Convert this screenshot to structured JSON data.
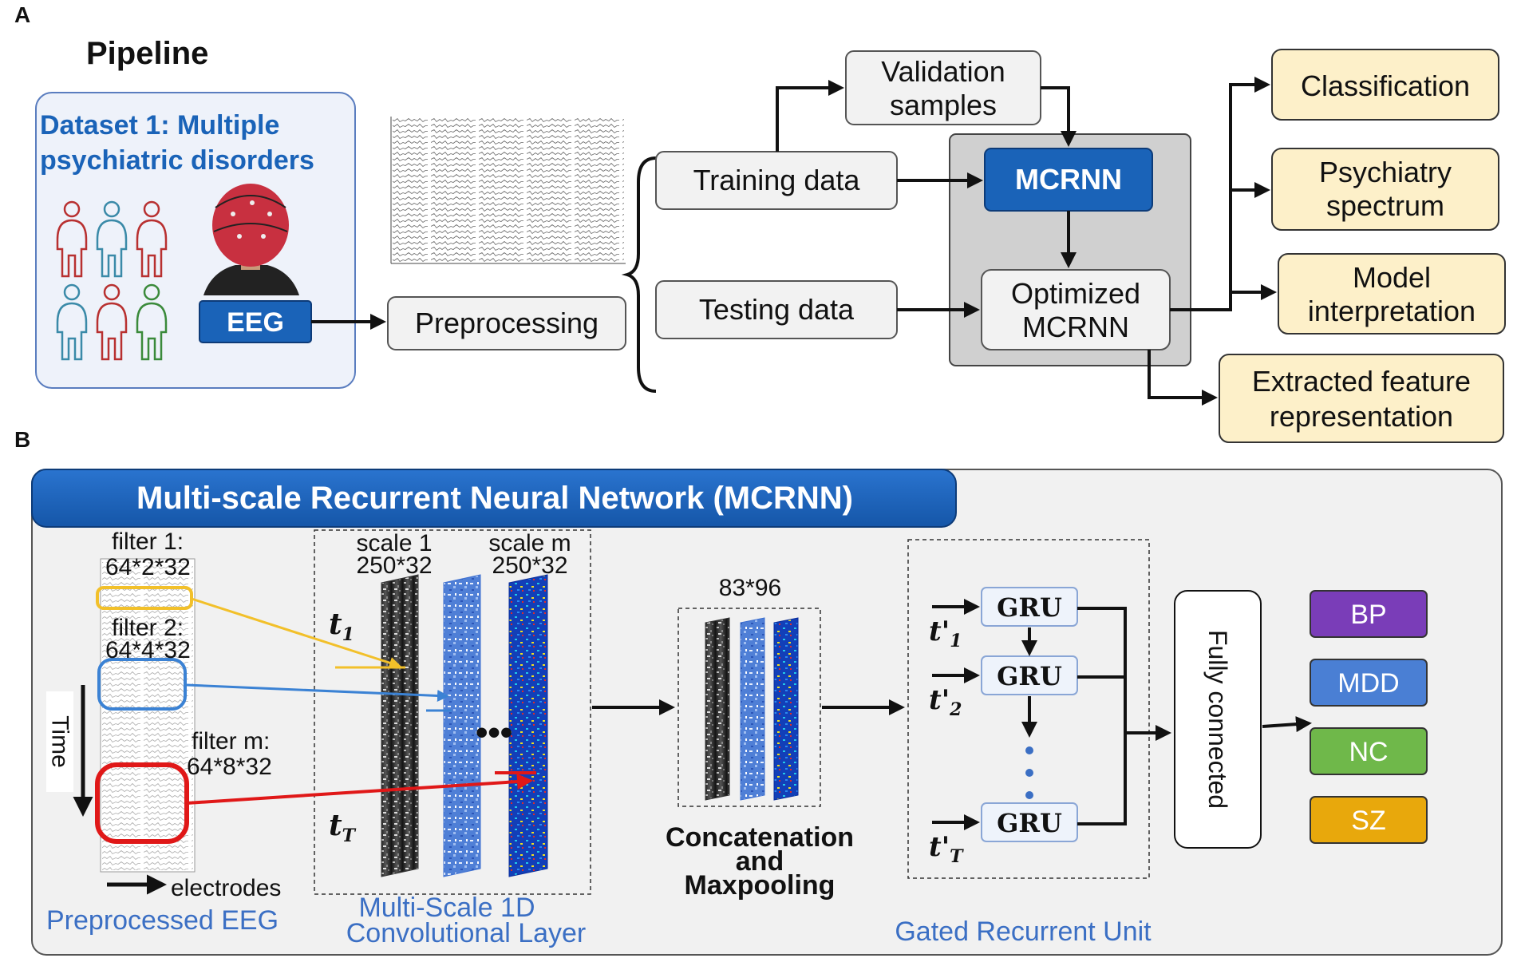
{
  "panel_a": {
    "label": "A",
    "title": "Pipeline",
    "dataset_line1": "Dataset 1: Multiple",
    "dataset_line2": "psychiatric disorders",
    "eeg": "EEG",
    "preprocessing": "Preprocessing",
    "training": "Training data",
    "testing": "Testing data",
    "validation_line1": "Validation",
    "validation_line2": "samples",
    "mcrnn": "MCRNN",
    "optimized_line1": "Optimized",
    "optimized_line2": "MCRNN",
    "outputs": {
      "classification": "Classification",
      "psychiatry_line1": "Psychiatry",
      "psychiatry_line2": "spectrum",
      "model_line1": "Model",
      "model_line2": "interpretation",
      "extracted_line1": "Extracted feature",
      "extracted_line2": "representation"
    },
    "colors": {
      "brand_blue": "#1a63b8",
      "output_fill": "#fdf0c9",
      "model_panel": "#d0d0d0"
    }
  },
  "panel_b": {
    "label": "B",
    "banner": "Multi-scale Recurrent Neural Network (MCRNN)",
    "filter1_line1": "filter 1:",
    "filter1_line2": "64*2*32",
    "filter2_line1": "filter 2:",
    "filter2_line2": "64*4*32",
    "filterm_line1": "filter m:",
    "filterm_line2": "64*8*32",
    "time": "Time",
    "electrodes": "electrodes",
    "preprocessed_eeg": "Preprocessed EEG",
    "scale1_line1": "scale 1",
    "scale1_line2": "250*32",
    "scalem_line1": "scale m",
    "scalem_line2": "250*32",
    "t1": "t",
    "t1_sub": "1",
    "tT": "t",
    "tT_sub": "T",
    "conv_line1": "Multi-Scale 1D",
    "conv_line2": "Convolutional Layer",
    "pool_dims": "83*96",
    "pool_line1": "Concatenation",
    "pool_line2": "and",
    "pool_line3": "Maxpooling",
    "gru": "GRU",
    "gru_inputs": [
      {
        "base": "t'",
        "sub": "1"
      },
      {
        "base": "t'",
        "sub": "2"
      },
      {
        "base": "t'",
        "sub": "T"
      }
    ],
    "gru_label": "Gated Recurrent Unit",
    "fully_connected": "Fully connected",
    "classes": [
      {
        "name": "BP",
        "color": "#7a3db8"
      },
      {
        "name": "MDD",
        "color": "#4a7fd4"
      },
      {
        "name": "NC",
        "color": "#6fb84a"
      },
      {
        "name": "SZ",
        "color": "#e8a80c"
      }
    ],
    "colors": {
      "caption_blue": "#3b6fc4",
      "filter1": "#f2c02a",
      "filter2": "#3b82d4",
      "filterm": "#e01818"
    }
  }
}
